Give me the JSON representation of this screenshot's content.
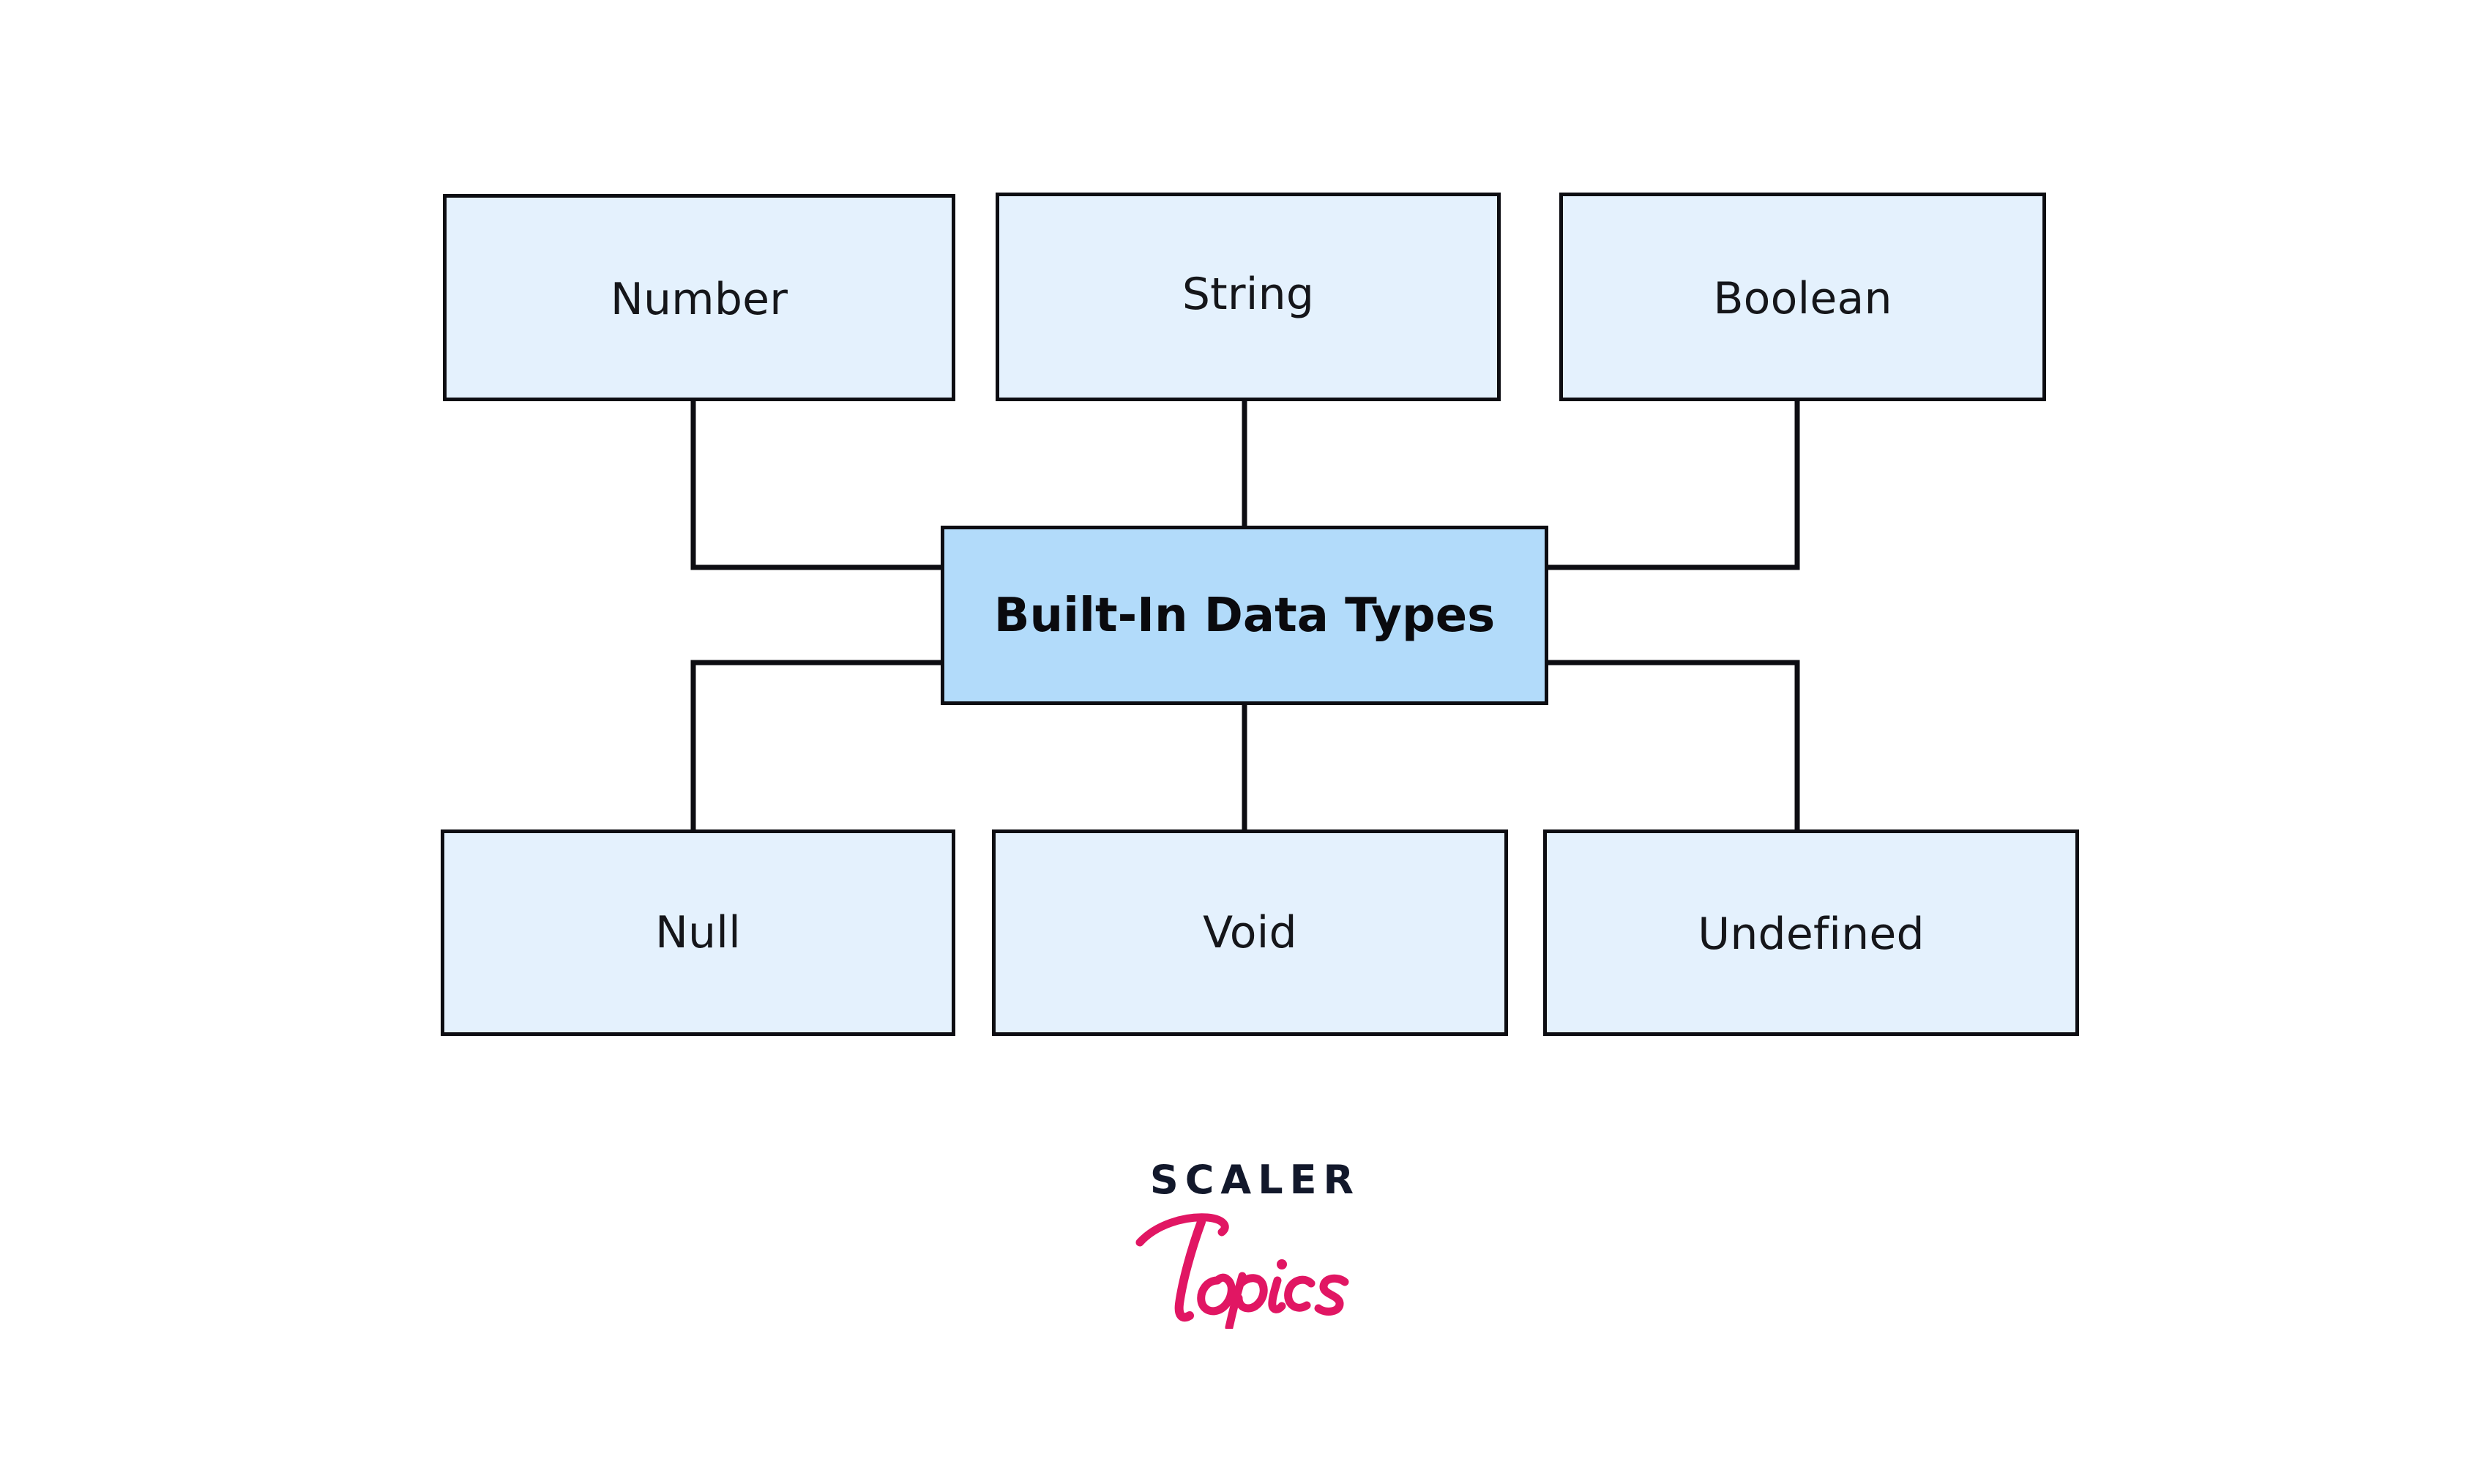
{
  "diagram": {
    "title": "Built-In Data Types",
    "center_node": {
      "label": "Built-In Data Types",
      "fill": "#b2dbfa",
      "stroke": "#0d0d12"
    },
    "leaf_fill": "#e4f1fd",
    "leaf_stroke": "#0d0d12",
    "connector_color": "#0d0d12",
    "top_nodes": [
      {
        "label": "Number"
      },
      {
        "label": "String"
      },
      {
        "label": "Boolean"
      }
    ],
    "bottom_nodes": [
      {
        "label": "Null"
      },
      {
        "label": "Void"
      },
      {
        "label": "Undefined"
      }
    ],
    "edges": [
      {
        "from": "Number",
        "to": "Built-In Data Types"
      },
      {
        "from": "String",
        "to": "Built-In Data Types"
      },
      {
        "from": "Boolean",
        "to": "Built-In Data Types"
      },
      {
        "from": "Built-In Data Types",
        "to": "Null"
      },
      {
        "from": "Built-In Data Types",
        "to": "Void"
      },
      {
        "from": "Built-In Data Types",
        "to": "Undefined"
      }
    ]
  },
  "logo": {
    "wordmark": "SCALER",
    "script": "Topics",
    "wordmark_color": "#12182b",
    "script_color": "#e11663"
  },
  "page": {
    "background": "#ffffff"
  }
}
